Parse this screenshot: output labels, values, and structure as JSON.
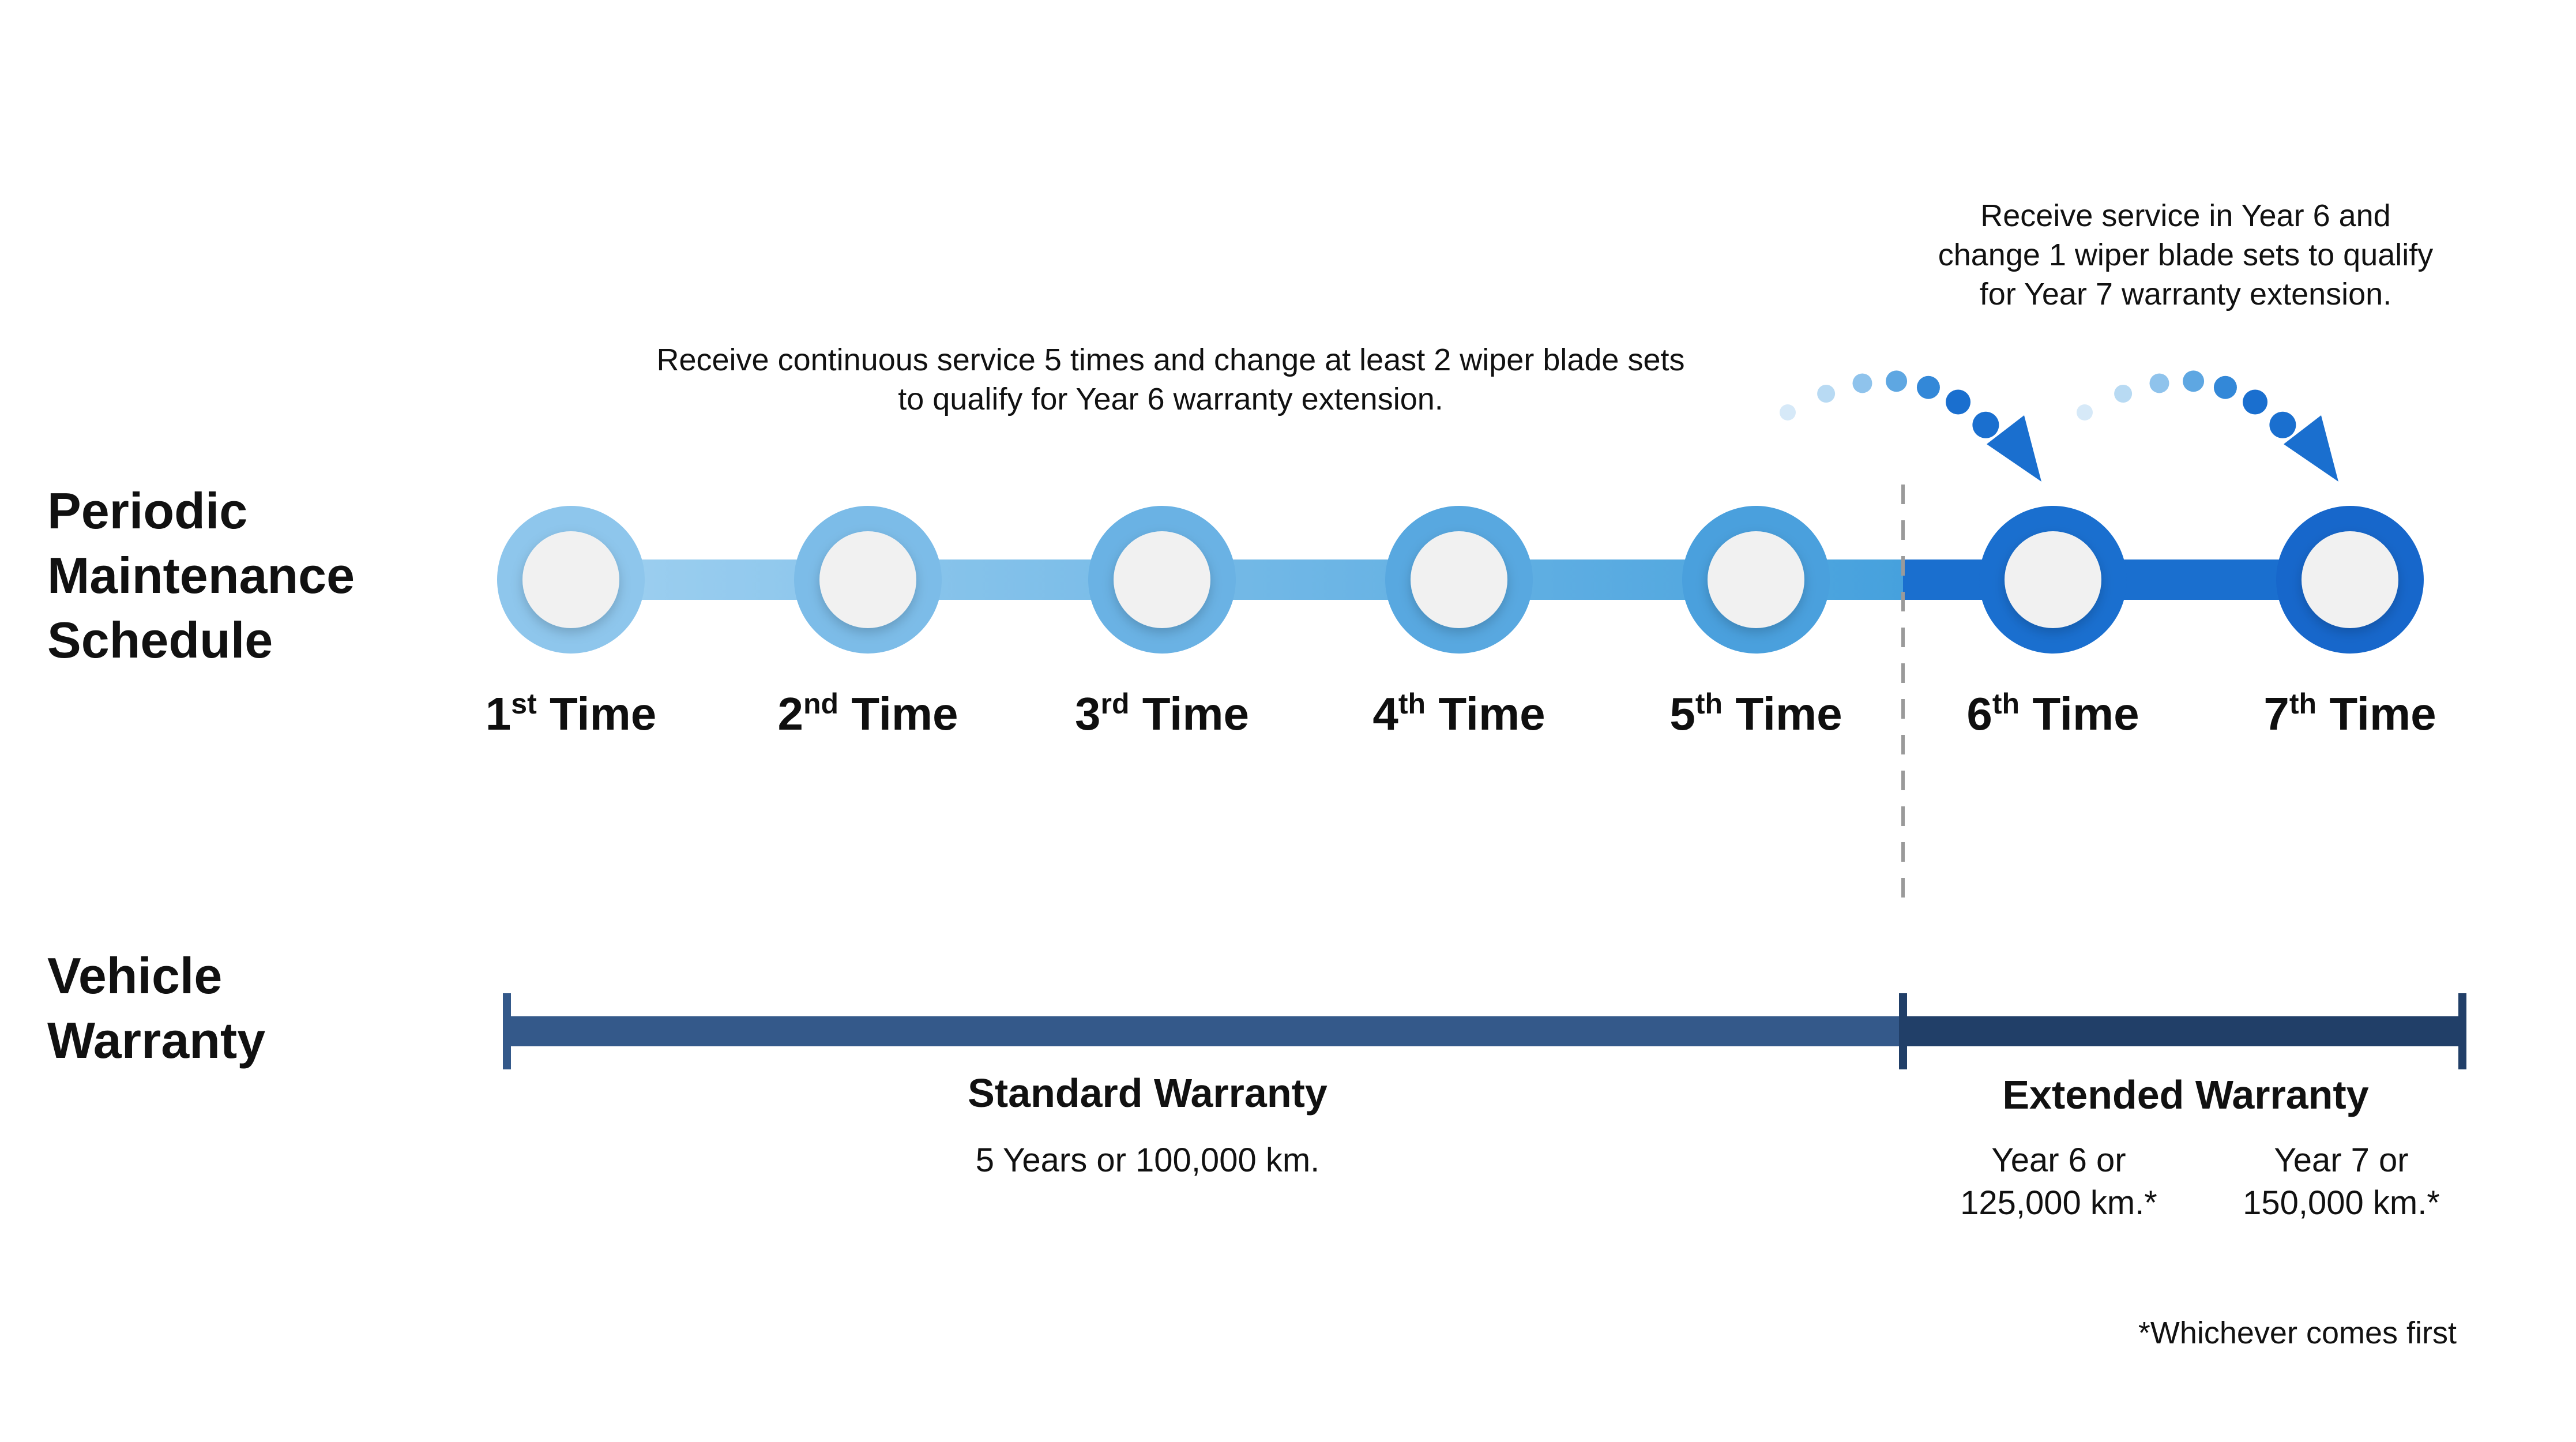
{
  "schedule": {
    "heading_lines": [
      "Periodic",
      "Maintenance",
      "Schedule"
    ],
    "note_standard_lines": [
      "Receive continuous service 5 times and change at least 2 wiper blade sets",
      "to qualify for Year 6 warranty extension."
    ],
    "note_extended_lines": [
      "Receive service in Year 6 and",
      "change 1 wiper blade sets to qualify",
      "for Year 7 warranty extension."
    ],
    "steps": [
      {
        "num": "1",
        "suffix": "st",
        "word": "Time",
        "ring_color": "#8ec6ec"
      },
      {
        "num": "2",
        "suffix": "nd",
        "word": "Time",
        "ring_color": "#7cbce8"
      },
      {
        "num": "3",
        "suffix": "rd",
        "word": "Time",
        "ring_color": "#6ab2e4"
      },
      {
        "num": "4",
        "suffix": "th",
        "word": "Time",
        "ring_color": "#58a8e0"
      },
      {
        "num": "5",
        "suffix": "th",
        "word": "Time",
        "ring_color": "#4aa0dd"
      },
      {
        "num": "6",
        "suffix": "th",
        "word": "Time",
        "ring_color": "#1a6fcf"
      },
      {
        "num": "7",
        "suffix": "th",
        "word": "Time",
        "ring_color": "#1767cb"
      }
    ]
  },
  "warranty": {
    "heading_lines": [
      "Vehicle",
      "Warranty"
    ],
    "standard_title": "Standard Warranty",
    "standard_detail": "5 Years or 100,000 km.",
    "extended_title": "Extended Warranty",
    "year6_lines": [
      "Year 6 or",
      "125,000 km.*"
    ],
    "year7_lines": [
      "Year 7 or",
      "150,000 km.*"
    ],
    "footnote": "*Whichever comes first"
  },
  "colors": {
    "standard_bar": "#34598a",
    "extended_bar": "#213f68",
    "arrow_blue": "#1a6fcf",
    "knob": "#f1f1f1",
    "divider": "#9a9a9a"
  }
}
